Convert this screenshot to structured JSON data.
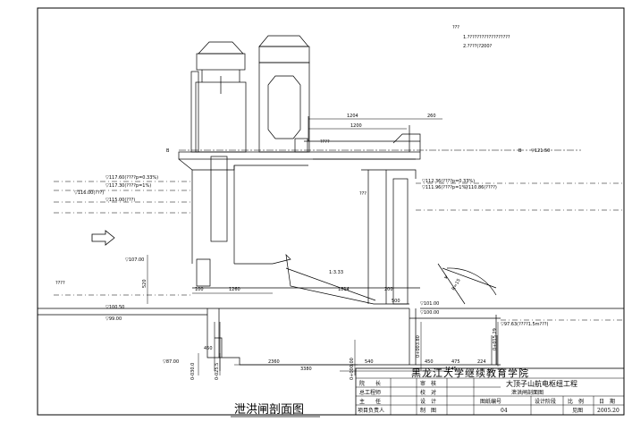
{
  "notes": {
    "mark": "???",
    "line1": "1.??????????????????",
    "line2": "2.????(?200?"
  },
  "section_marks": {
    "left": "B",
    "right": "B"
  },
  "drawing_title": "泄洪闸剖面图",
  "elevations": {
    "e121_50": "▽121.50",
    "e117_60": "▽117.60(????p=0.33%)",
    "e117_30": "▽117.30(????p=1%)",
    "e116_00": "▽116.00(???)",
    "e115_00": "▽115.00(???)",
    "e112_36": "▽112.36(????p=0.33%)",
    "e111_96": "▽111.96(????p=1%)",
    "e110_86": "▽110.86(????)",
    "e107_00": "▽107.00",
    "e101_00": "▽101.00",
    "e100_50": "▽100.50",
    "e100_00": "▽100.00",
    "e99_00": "▽99.00",
    "e97_63": "▽97.63(????1.5m???)",
    "e87_00": "▽87.00"
  },
  "labels": {
    "upstream_wl": "????",
    "gate_label": "????",
    "mid_label": "???",
    "slope": "1:3.33",
    "arc": "R=15",
    "small_a": "4",
    "small_b": "450"
  },
  "dimensions": {
    "d1204": "1204",
    "d260": "260",
    "d1200": "1200",
    "d520": "520",
    "d100": "100",
    "d1260": "1260",
    "d1814": "1814",
    "d200": "200",
    "d500": "500",
    "d540": "540",
    "d2360": "2360",
    "d3380": "3380",
    "d1145": "1145",
    "d475": "475",
    "d224": "224",
    "d450b": "450"
  },
  "stations": {
    "s1": "0-030.0",
    "s2": "0-025.5",
    "s3": "0+000.00",
    "s4": "0+003.80",
    "s5": "0+015.29"
  },
  "title_block": {
    "school": "黑龙江大学继续教育学院",
    "row1": [
      "院　　长",
      "",
      "审　核",
      ""
    ],
    "row2": [
      "总工程师",
      "",
      "校　对",
      ""
    ],
    "row3": [
      "主　　任",
      "",
      "设　计",
      ""
    ],
    "row4": [
      "项目负责人",
      "",
      "制　图",
      ""
    ],
    "project": "大顶子山航电枢纽工程",
    "sheet_title": "泄洪闸剖面图",
    "col_headers": [
      "图纸编号",
      "设计阶段",
      "比　例",
      "日　期"
    ],
    "col_values": [
      "04",
      "",
      "见图",
      "2005.20"
    ]
  }
}
